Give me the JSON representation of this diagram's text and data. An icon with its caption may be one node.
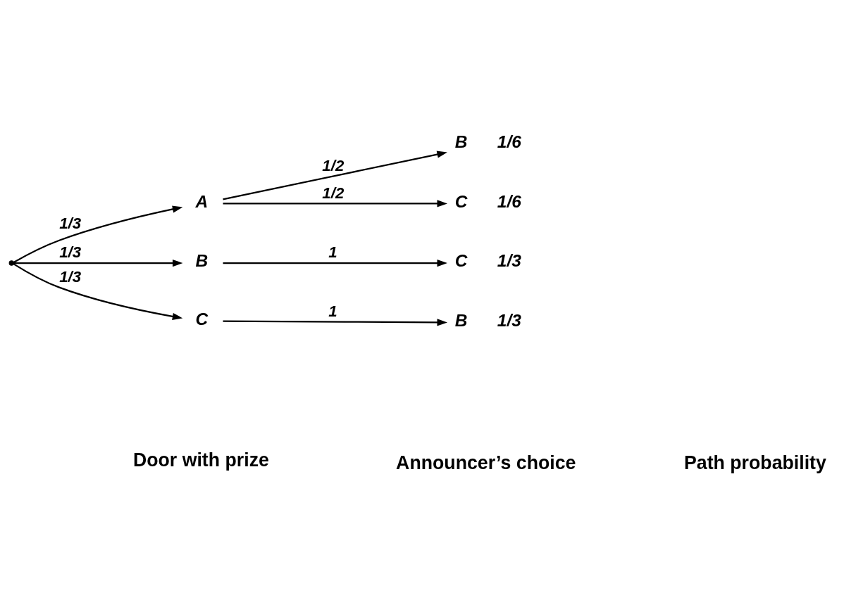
{
  "diagram": {
    "nodes": [
      {
        "text": [],
        "shape": "point"
      },
      {
        "text": [
          "A"
        ]
      },
      {
        "text": [
          "B"
        ]
      },
      {
        "text": [
          "C"
        ]
      },
      {
        "text": [
          "B"
        ],
        "beside": [
          "1/6"
        ]
      },
      {
        "text": [
          "C"
        ],
        "beside": [
          "1/6"
        ]
      },
      {
        "text": [
          "C"
        ],
        "beside": [
          "1/3"
        ]
      },
      {
        "text": [
          "B"
        ],
        "beside": [
          "1/3"
        ]
      }
    ],
    "edges": [
      {
        "from": 0,
        "to": 1,
        "arrow": "to",
        "label": "1/3"
      },
      {
        "from": 0,
        "to": 2,
        "arrow": "to",
        "label": "1/3"
      },
      {
        "from": 0,
        "to": 3,
        "arrow": "to",
        "label": "1/3"
      },
      {
        "from": 1,
        "to": 4,
        "arrow": "to",
        "label": "1/2"
      },
      {
        "from": 1,
        "to": 5,
        "arrow": "to",
        "label": "1/2"
      },
      {
        "from": 2,
        "to": 6,
        "arrow": "to",
        "label": "1"
      },
      {
        "from": 3,
        "to": 7,
        "arrow": "to",
        "label": "1"
      }
    ],
    "labels": [
      "Door with prize",
      "Announcer’s choice",
      "Path probability"
    ]
  }
}
